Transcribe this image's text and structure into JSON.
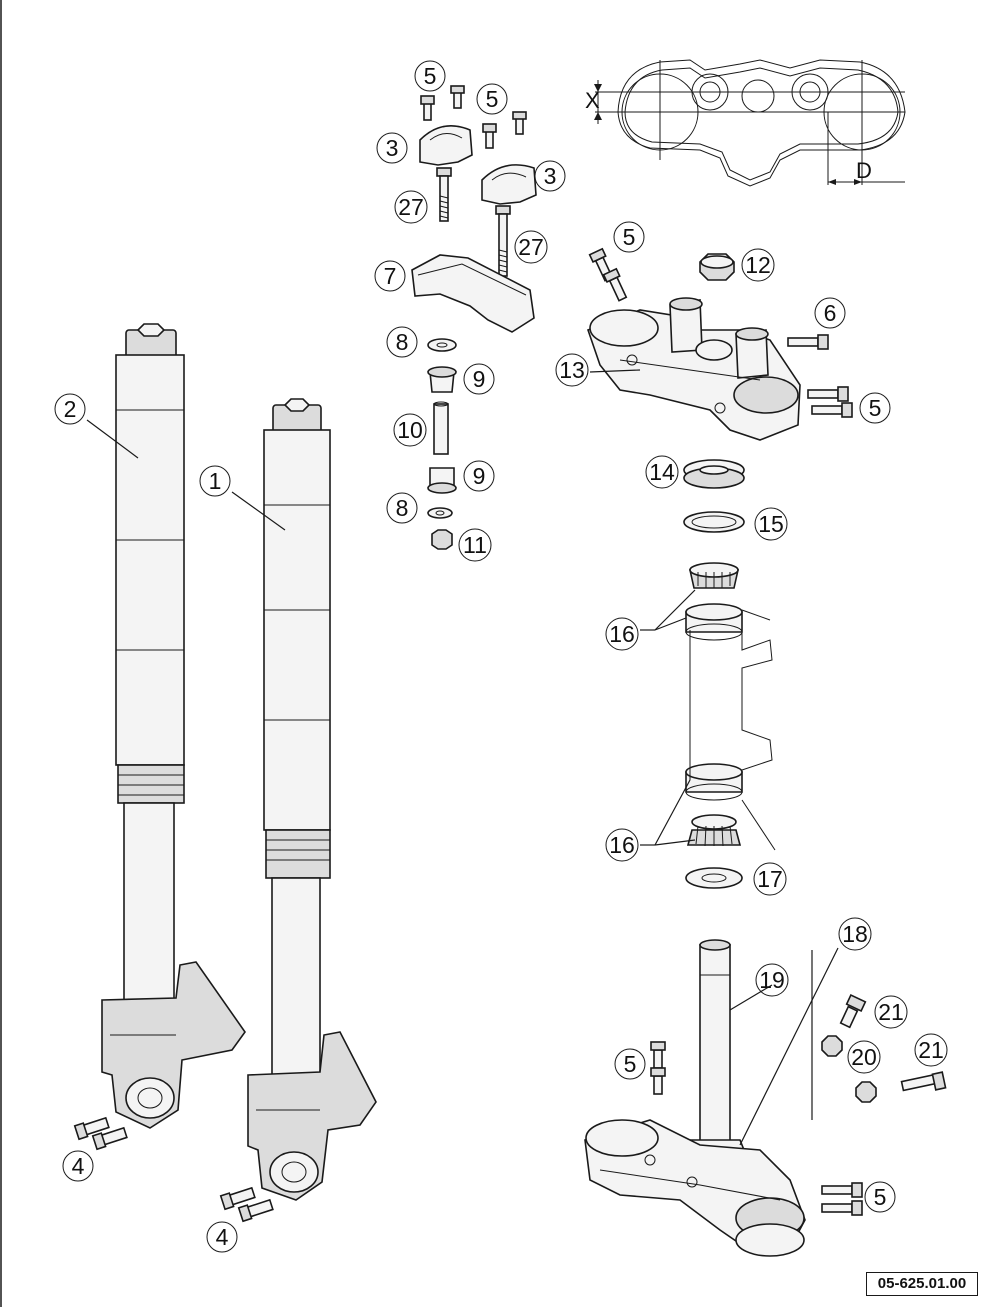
{
  "diagram": {
    "drawing_code": "05-625.01.00",
    "dimension_labels": {
      "x": "X",
      "d": "D"
    },
    "callouts": [
      {
        "id": "c-5a",
        "label": "5"
      },
      {
        "id": "c-5b",
        "label": "5"
      },
      {
        "id": "c-3a",
        "label": "3"
      },
      {
        "id": "c-3b",
        "label": "3"
      },
      {
        "id": "c-27a",
        "label": "27"
      },
      {
        "id": "c-27b",
        "label": "27"
      },
      {
        "id": "c-7",
        "label": "7"
      },
      {
        "id": "c-8a",
        "label": "8"
      },
      {
        "id": "c-9a",
        "label": "9"
      },
      {
        "id": "c-10",
        "label": "10"
      },
      {
        "id": "c-9b",
        "label": "9"
      },
      {
        "id": "c-8b",
        "label": "8"
      },
      {
        "id": "c-11",
        "label": "11"
      },
      {
        "id": "c-5c",
        "label": "5"
      },
      {
        "id": "c-12",
        "label": "12"
      },
      {
        "id": "c-6",
        "label": "6"
      },
      {
        "id": "c-13",
        "label": "13"
      },
      {
        "id": "c-5d",
        "label": "5"
      },
      {
        "id": "c-14",
        "label": "14"
      },
      {
        "id": "c-15",
        "label": "15"
      },
      {
        "id": "c-16a",
        "label": "16"
      },
      {
        "id": "c-16b",
        "label": "16"
      },
      {
        "id": "c-17",
        "label": "17"
      },
      {
        "id": "c-18",
        "label": "18"
      },
      {
        "id": "c-19",
        "label": "19"
      },
      {
        "id": "c-21a",
        "label": "21"
      },
      {
        "id": "c-20",
        "label": "20"
      },
      {
        "id": "c-21b",
        "label": "21"
      },
      {
        "id": "c-5e",
        "label": "5"
      },
      {
        "id": "c-5f",
        "label": "5"
      },
      {
        "id": "c-2",
        "label": "2"
      },
      {
        "id": "c-1",
        "label": "1"
      },
      {
        "id": "c-4a",
        "label": "4"
      },
      {
        "id": "c-4b",
        "label": "4"
      }
    ]
  }
}
